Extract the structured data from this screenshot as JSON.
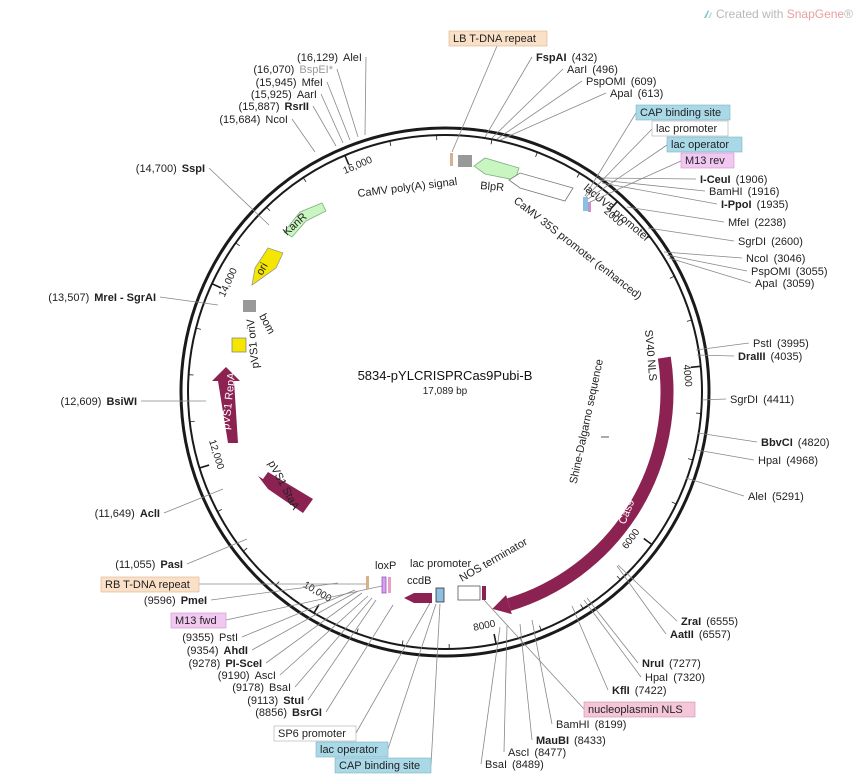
{
  "watermark": {
    "prefix": "Created with",
    "brand": "SnapGene",
    "mark": "®"
  },
  "plasmid": {
    "name": "5834-pYLCRISPRCas9Pubi-B",
    "size": "17,089 bp"
  },
  "ruler_ticks": [
    "2000",
    "4000",
    "6000",
    "8000",
    "10,000",
    "12,000",
    "14,000",
    "16,000"
  ],
  "colors": {
    "backbone": "#1a1a1a",
    "cas9": "#8b2252",
    "pvs1": "#8b2252",
    "resistance": "#c8f5c0",
    "ori": "#f5e600",
    "terminator_gray": "#999999",
    "lac_box": "#a9d8e6",
    "m13_box": "#f2c8f2",
    "tdna_box": "#fbe0c8",
    "nls_box": "#f5c6d8"
  },
  "features": [
    {
      "id": "lb-tdna",
      "label": "LB T-DNA repeat",
      "boxed": true,
      "fill": "#fbe0c8"
    },
    {
      "id": "camv-polya",
      "label": "CaMV poly(A) signal"
    },
    {
      "id": "blpr",
      "label": "BlpR"
    },
    {
      "id": "camv35s",
      "label": "CaMV 35S promoter (enhanced)"
    },
    {
      "id": "lacuv5",
      "label": "lacUV5 promoter"
    },
    {
      "id": "sv40",
      "label": "SV40 NLS"
    },
    {
      "id": "shine",
      "label": "Shine-Dalgarno sequence"
    },
    {
      "id": "cas9",
      "label": "Cas9"
    },
    {
      "id": "nos",
      "label": "NOS terminator"
    },
    {
      "id": "ccdb",
      "label": "ccdB"
    },
    {
      "id": "lacprom2",
      "label": "lac promoter"
    },
    {
      "id": "loxp",
      "label": "loxP"
    },
    {
      "id": "pvs1-staa",
      "label": "pVS1 StaA"
    },
    {
      "id": "pvs1-repa",
      "label": "pVS1 RepA"
    },
    {
      "id": "pvs1-oriv",
      "label": "pVS1 oriV"
    },
    {
      "id": "bom",
      "label": "bom"
    },
    {
      "id": "ori",
      "label": "ori"
    },
    {
      "id": "kanr",
      "label": "KanR"
    }
  ],
  "boxed_labels": [
    {
      "label": "CAP binding site",
      "fill": "#a9d8e6"
    },
    {
      "label": "lac promoter",
      "fill": "#ffffff"
    },
    {
      "label": "lac operator",
      "fill": "#a9d8e6"
    },
    {
      "label": "M13 rev",
      "fill": "#f2c8f2"
    },
    {
      "label": "nucleoplasmin NLS",
      "fill": "#f5c6d8"
    },
    {
      "label": "RB T-DNA repeat",
      "fill": "#fbe0c8"
    },
    {
      "label": "M13 fwd",
      "fill": "#f2c8f2"
    },
    {
      "label": "SP6 promoter",
      "fill": "#ffffff"
    },
    {
      "label": "lac operator",
      "fill": "#a9d8e6"
    },
    {
      "label": "CAP binding site",
      "fill": "#a9d8e6"
    }
  ],
  "sites_right": [
    {
      "name": "FspAI",
      "pos": "(432)",
      "bold": true
    },
    {
      "name": "AarI",
      "pos": "(496)",
      "bold": false
    },
    {
      "name": "PspOMI",
      "pos": "(609)",
      "bold": false
    },
    {
      "name": "ApaI",
      "pos": "(613)",
      "bold": false
    },
    {
      "name": "I-CeuI",
      "pos": "(1906)",
      "bold": true
    },
    {
      "name": "BamHI",
      "pos": "(1916)",
      "bold": false
    },
    {
      "name": "I-PpoI",
      "pos": "(1935)",
      "bold": true
    },
    {
      "name": "MfeI",
      "pos": "(2238)",
      "bold": false
    },
    {
      "name": "SgrDI",
      "pos": "(2600)",
      "bold": false
    },
    {
      "name": "NcoI",
      "pos": "(3046)",
      "bold": false
    },
    {
      "name": "PspOMI",
      "pos": "(3055)",
      "bold": false
    },
    {
      "name": "ApaI",
      "pos": "(3059)",
      "bold": false
    },
    {
      "name": "PstI",
      "pos": "(3995)",
      "bold": false
    },
    {
      "name": "DraIII",
      "pos": "(4035)",
      "bold": true
    },
    {
      "name": "SgrDI",
      "pos": "(4411)",
      "bold": false
    },
    {
      "name": "BbvCI",
      "pos": "(4820)",
      "bold": true
    },
    {
      "name": "HpaI",
      "pos": "(4968)",
      "bold": false
    },
    {
      "name": "AleI",
      "pos": "(5291)",
      "bold": false
    },
    {
      "name": "ZraI",
      "pos": "(6555)",
      "bold": true
    },
    {
      "name": "AatII",
      "pos": "(6557)",
      "bold": true
    },
    {
      "name": "NruI",
      "pos": "(7277)",
      "bold": true
    },
    {
      "name": "HpaI",
      "pos": "(7320)",
      "bold": false
    },
    {
      "name": "KflI",
      "pos": "(7422)",
      "bold": true
    },
    {
      "name": "BamHI",
      "pos": "(8199)",
      "bold": false
    },
    {
      "name": "MauBI",
      "pos": "(8433)",
      "bold": true
    },
    {
      "name": "AscI",
      "pos": "(8477)",
      "bold": false
    },
    {
      "name": "BsaI",
      "pos": "(8489)",
      "bold": false
    }
  ],
  "sites_left": [
    {
      "pos": "(16,129)",
      "name": "AleI",
      "bold": false
    },
    {
      "pos": "(16,070)",
      "name": "BspEI*",
      "bold": false,
      "gray": true
    },
    {
      "pos": "(15,945)",
      "name": "MfeI",
      "bold": false
    },
    {
      "pos": "(15,925)",
      "name": "AarI",
      "bold": false
    },
    {
      "pos": "(15,887)",
      "name": "RsrII",
      "bold": true
    },
    {
      "pos": "(15,684)",
      "name": "NcoI",
      "bold": false
    },
    {
      "pos": "(14,700)",
      "name": "SspI",
      "bold": true
    },
    {
      "pos": "(13,507)",
      "name": "MreI - SgrAI",
      "bold": true
    },
    {
      "pos": "(12,609)",
      "name": "BsiWI",
      "bold": true
    },
    {
      "pos": "(11,649)",
      "name": "AclI",
      "bold": true
    },
    {
      "pos": "(11,055)",
      "name": "PasI",
      "bold": true
    },
    {
      "pos": "(9596)",
      "name": "PmeI",
      "bold": true
    },
    {
      "pos": "(9355)",
      "name": "PstI",
      "bold": false
    },
    {
      "pos": "(9354)",
      "name": "AhdI",
      "bold": true
    },
    {
      "pos": "(9278)",
      "name": "PI-SceI",
      "bold": true
    },
    {
      "pos": "(9190)",
      "name": "AscI",
      "bold": false
    },
    {
      "pos": "(9178)",
      "name": "BsaI",
      "bold": false
    },
    {
      "pos": "(9113)",
      "name": "StuI",
      "bold": true
    },
    {
      "pos": "(8856)",
      "name": "BsrGI",
      "bold": true
    }
  ]
}
